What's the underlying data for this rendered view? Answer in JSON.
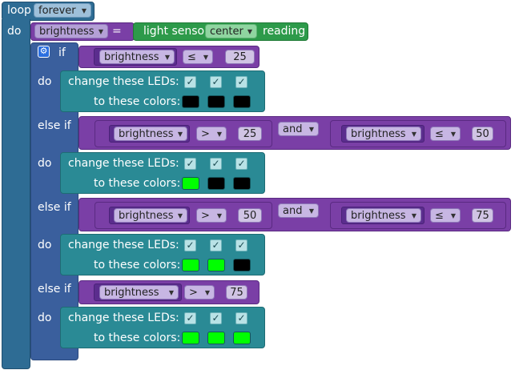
{
  "loop": {
    "keyword": "loop",
    "mode": "forever",
    "do_label": "do"
  },
  "set": {
    "variable": "brightness",
    "eq": "="
  },
  "sensor": {
    "label": "light sensor",
    "position": "center",
    "suffix": "reading"
  },
  "labels": {
    "if": "if",
    "do": "do",
    "else_if": "else if",
    "and": "and",
    "change_leds": "change these LEDs:",
    "to_colors": "to these colors:"
  },
  "conditions": [
    {
      "var": "brightness",
      "op": "≤",
      "value": "25"
    },
    {
      "left": {
        "var": "brightness",
        "op": ">",
        "value": "25"
      },
      "logic": "and",
      "right": {
        "var": "brightness",
        "op": "≤",
        "value": "50"
      }
    },
    {
      "left": {
        "var": "brightness",
        "op": ">",
        "value": "50"
      },
      "logic": "and",
      "right": {
        "var": "brightness",
        "op": "≤",
        "value": "75"
      }
    },
    {
      "var": "brightness",
      "op": ">",
      "value": "75"
    }
  ],
  "check_mark": "✓",
  "led_groups": [
    {
      "checks": [
        "✓",
        "✓",
        "✓"
      ],
      "colors": [
        "#000000",
        "#000000",
        "#000000"
      ]
    },
    {
      "checks": [
        "✓",
        "✓",
        "✓"
      ],
      "colors": [
        "#00ff00",
        "#000000",
        "#000000"
      ]
    },
    {
      "checks": [
        "✓",
        "✓",
        "✓"
      ],
      "colors": [
        "#00ff00",
        "#00ff00",
        "#000000"
      ]
    },
    {
      "checks": [
        "✓",
        "✓",
        "✓"
      ],
      "colors": [
        "#00ff00",
        "#00ff00",
        "#00ff00"
      ]
    }
  ],
  "colors": {
    "loop": "#2e6c94",
    "logic": "#7a3fa6",
    "sensor": "#2d9a4a",
    "leds": "#2a8a95"
  }
}
